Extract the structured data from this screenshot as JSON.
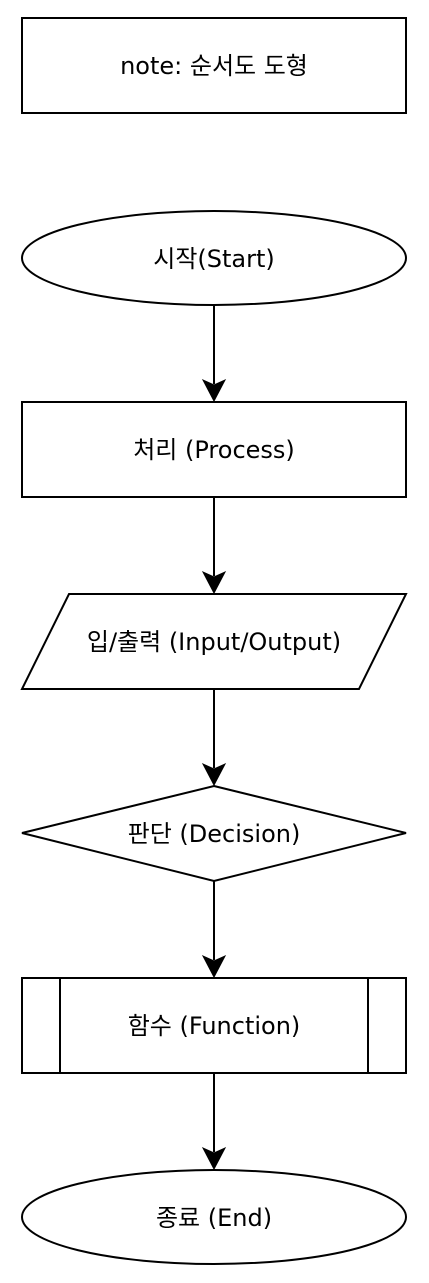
{
  "diagram": {
    "note": "note: 순서도 도형",
    "start": "시작(Start)",
    "process": "처리 (Process)",
    "io": "입/출력 (Input/Output)",
    "decision": "판단 (Decision)",
    "function": "함수 (Function)",
    "end": "종료 (End)"
  },
  "colors": {
    "stroke": "#000000",
    "fill": "#ffffff",
    "text": "#000000"
  }
}
